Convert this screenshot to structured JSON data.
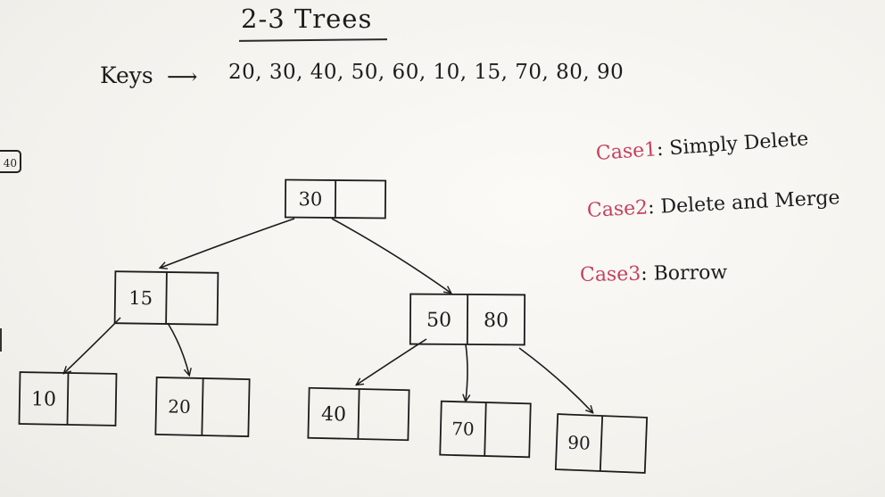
{
  "header": {
    "title": "2-3 Trees",
    "keys_label": "Keys",
    "keys_values": "20, 30, 40, 50, 60, 10, 15, 70, 80, 90"
  },
  "side_tag": "40",
  "cases": [
    {
      "label": "Case1",
      "text": "Simply Delete"
    },
    {
      "label": "Case2",
      "text": "Delete and Merge"
    },
    {
      "label": "Case3",
      "text": "Borrow"
    }
  ],
  "tree": {
    "nodes": [
      {
        "id": "root",
        "keys": [
          "30",
          ""
        ]
      },
      {
        "id": "left",
        "keys": [
          "15",
          ""
        ]
      },
      {
        "id": "right",
        "keys": [
          "50",
          "80"
        ]
      },
      {
        "id": "leaf1",
        "keys": [
          "10",
          ""
        ]
      },
      {
        "id": "leaf2",
        "keys": [
          "20",
          ""
        ]
      },
      {
        "id": "leaf3",
        "keys": [
          "40",
          ""
        ]
      },
      {
        "id": "leaf4",
        "keys": [
          "70",
          ""
        ]
      },
      {
        "id": "leaf5",
        "keys": [
          "90",
          ""
        ]
      }
    ],
    "edges": [
      {
        "from": "root",
        "to": "left"
      },
      {
        "from": "root",
        "to": "right"
      },
      {
        "from": "left",
        "to": "leaf1"
      },
      {
        "from": "left",
        "to": "leaf2"
      },
      {
        "from": "right",
        "to": "leaf3"
      },
      {
        "from": "right",
        "to": "leaf4"
      },
      {
        "from": "right",
        "to": "leaf5"
      }
    ]
  },
  "colors": {
    "ink": "#1c1c1c",
    "case_accent": "#c4425d"
  }
}
